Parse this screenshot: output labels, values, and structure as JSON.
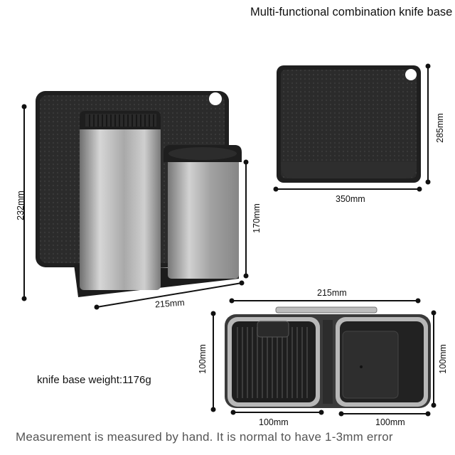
{
  "title": "Multi-functional combination knife base",
  "dimensions": {
    "holder_height": "232mm",
    "holder_width": "215mm",
    "cup_height": "170mm",
    "board_height": "285mm",
    "board_width": "350mm",
    "top_view_width": "215mm",
    "top_view_depth": "100mm",
    "top_view_depth_right": "100mm",
    "left_cup_width": "100mm",
    "right_cup_width": "100mm"
  },
  "weight_text": "knife base weight:1176g",
  "note": "Measurement is measured by hand. It is normal to have 1-3mm error"
}
